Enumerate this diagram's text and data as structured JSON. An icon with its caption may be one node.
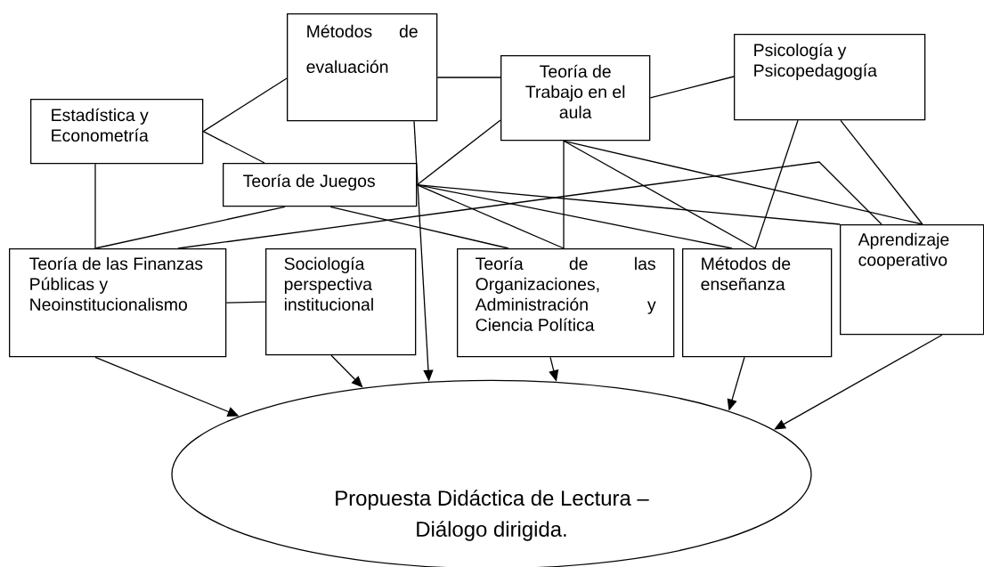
{
  "diagram": {
    "nodes": [
      {
        "text": [
          "Métodos de evaluación"
        ]
      },
      {
        "text": [
          "Estadística y Econometría"
        ]
      },
      {
        "text": [
          "Teoría de Trabajo en el aula"
        ]
      },
      {
        "text": [
          "Psicología y Psicopedagogía"
        ]
      },
      {
        "text": [
          "Teoría de Juegos"
        ]
      },
      {
        "text": [
          "Teoría de las Finanzas Públicas y Neoinstitucionalismo"
        ]
      },
      {
        "text": [
          "Sociología perspectiva institucional"
        ]
      },
      {
        "text": [
          "Teoría de las Organizaciones, Administración y Ciencia Política"
        ]
      },
      {
        "text": [
          "Métodos de enseñanza"
        ]
      },
      {
        "text": [
          "Aprendizaje cooperativo"
        ]
      },
      {
        "text": [
          "Propuesta Didáctica de Lectura – Diálogo dirigida."
        ]
      }
    ],
    "edges": [
      {
        "from": 1,
        "to": 0,
        "arrow": "none"
      },
      {
        "from": 1,
        "to": 4,
        "arrow": "none"
      },
      {
        "from": 1,
        "to": 5,
        "arrow": "none"
      },
      {
        "from": 0,
        "to": 2,
        "arrow": "none"
      },
      {
        "from": 2,
        "to": 3,
        "arrow": "none"
      },
      {
        "from": 2,
        "to": 4,
        "arrow": "none"
      },
      {
        "from": 4,
        "to": 5,
        "arrow": "none"
      },
      {
        "from": 5,
        "to": 9,
        "arrow": "none"
      },
      {
        "from": 4,
        "to": 7,
        "arrow": "none"
      },
      {
        "from": 4,
        "to": 7,
        "arrow": "none"
      },
      {
        "from": 4,
        "to": 8,
        "arrow": "none"
      },
      {
        "from": 4,
        "to": 9,
        "arrow": "none"
      },
      {
        "from": 2,
        "to": 7,
        "arrow": "none"
      },
      {
        "from": 2,
        "to": 8,
        "arrow": "none"
      },
      {
        "from": 2,
        "to": 9,
        "arrow": "none"
      },
      {
        "from": 3,
        "to": 8,
        "arrow": "none"
      },
      {
        "from": 3,
        "to": 9,
        "arrow": "none"
      },
      {
        "from": 5,
        "to": 6,
        "arrow": "none"
      },
      {
        "from": 5,
        "to": 10,
        "arrow": "to"
      },
      {
        "from": 6,
        "to": 10,
        "arrow": "to"
      },
      {
        "from": 0,
        "to": 10,
        "arrow": "to"
      },
      {
        "from": 7,
        "to": 10,
        "arrow": "to"
      },
      {
        "from": 8,
        "to": 10,
        "arrow": "to"
      },
      {
        "from": 9,
        "to": 10,
        "arrow": "to"
      }
    ]
  }
}
